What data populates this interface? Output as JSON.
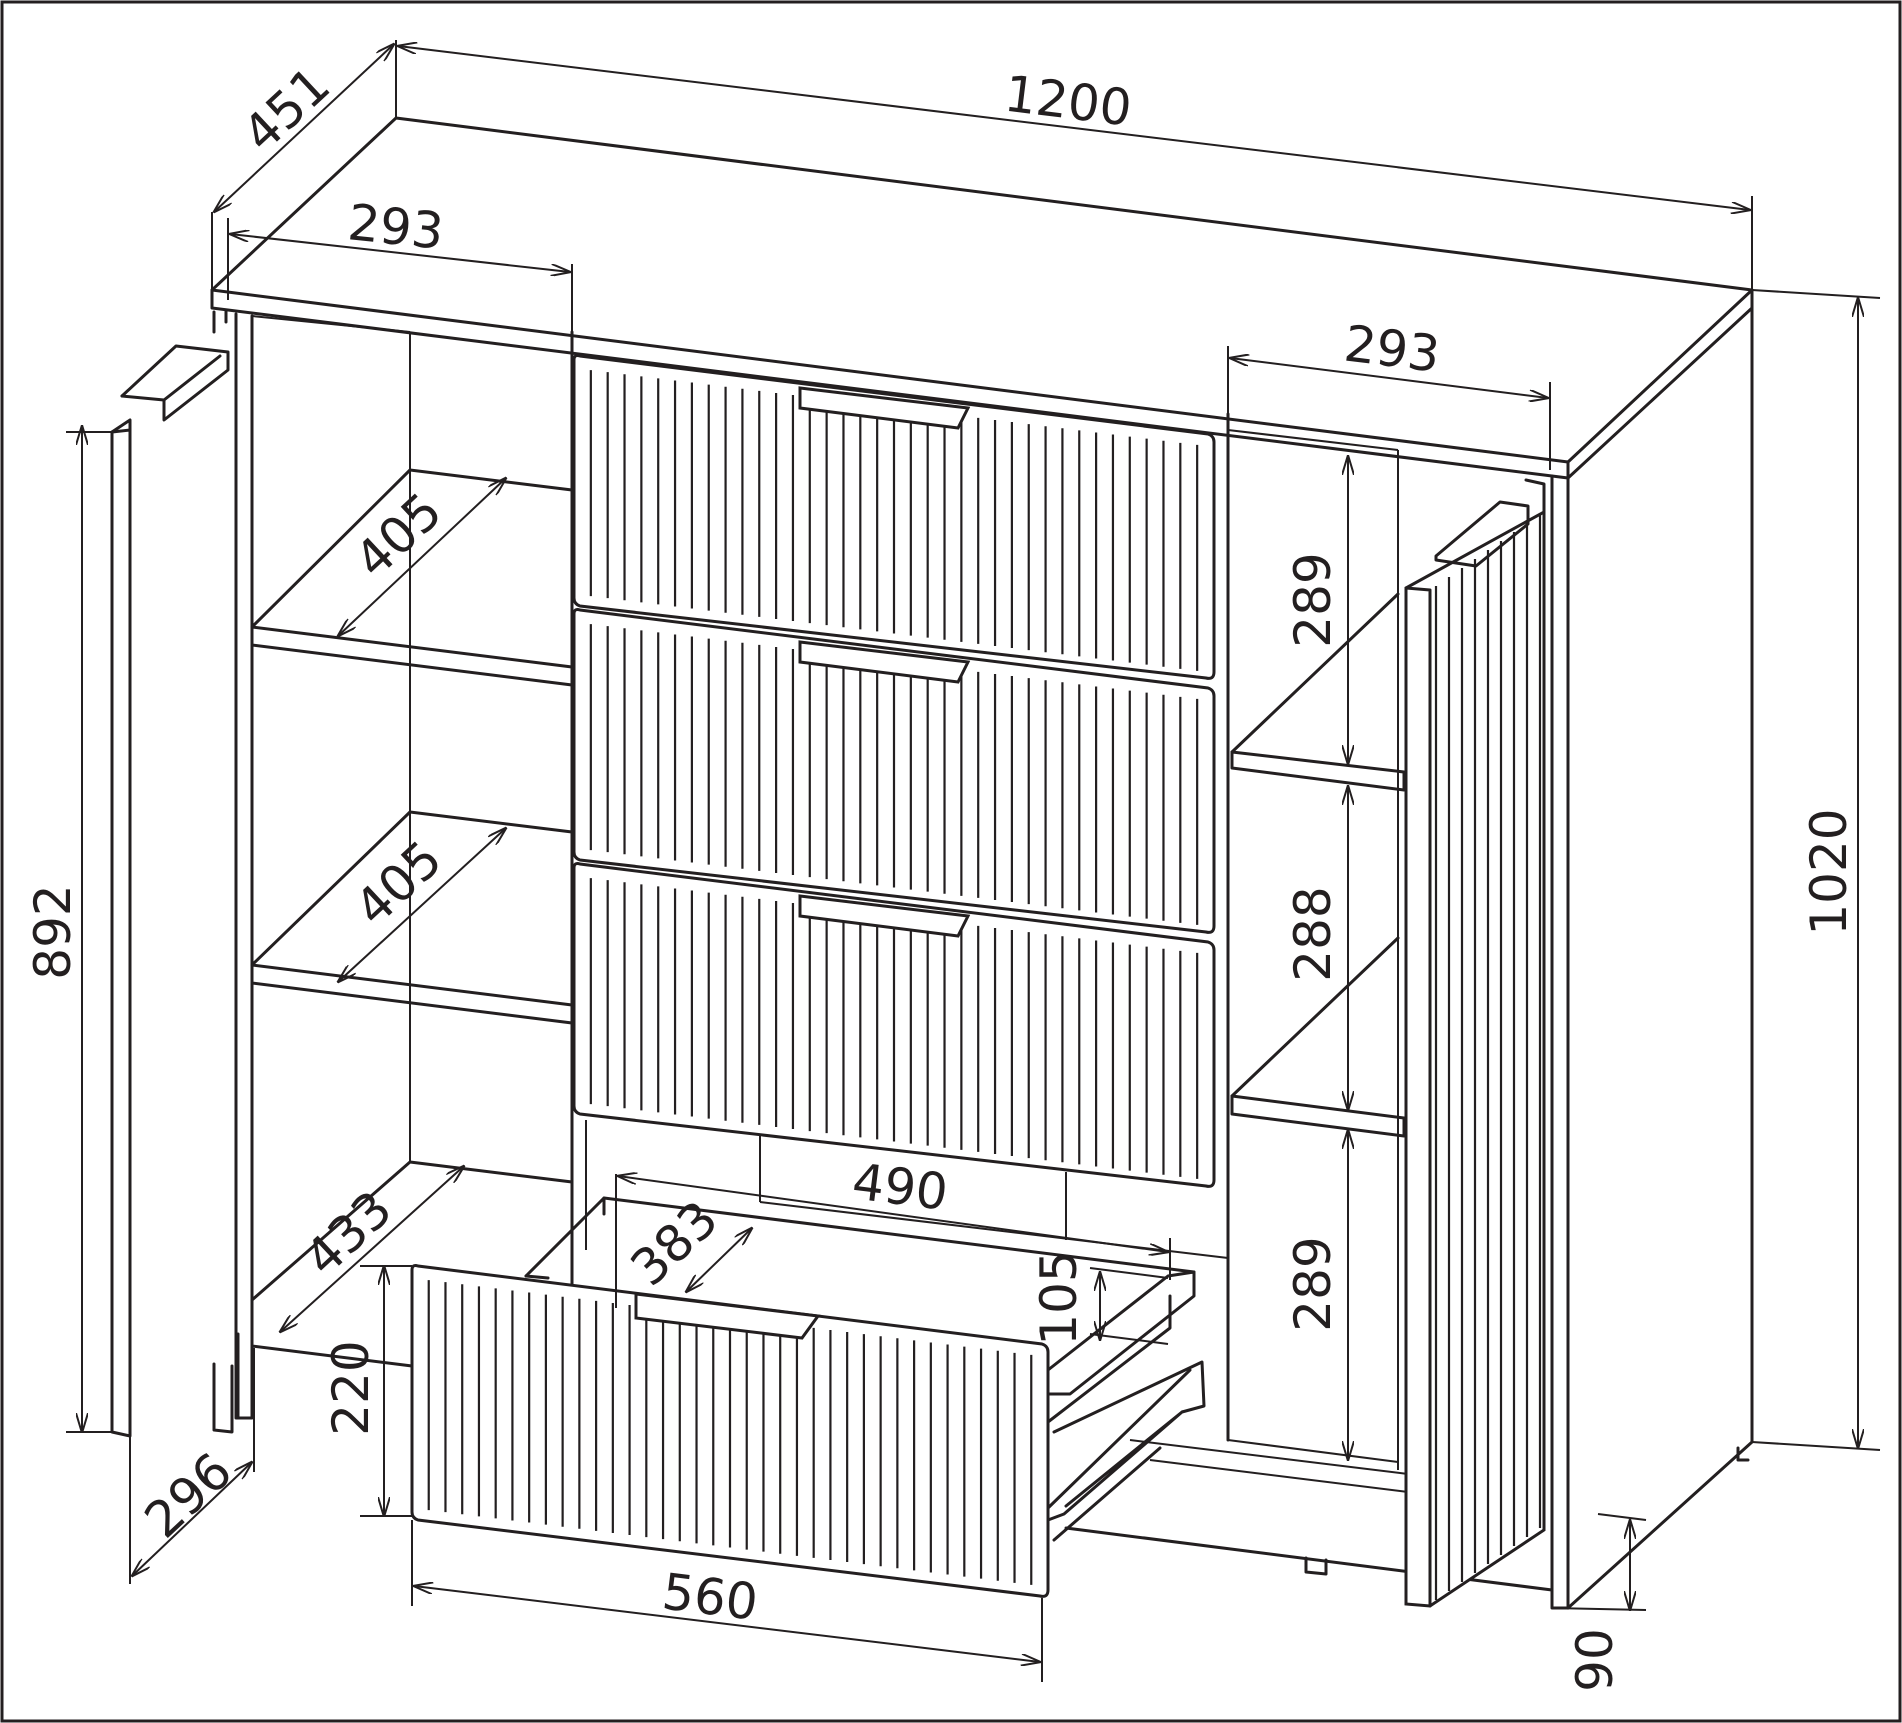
{
  "dimensions": {
    "depth_top": "451",
    "width_total": "1200",
    "left_section_width": "293",
    "right_section_width": "293",
    "left_shelf_depth_upper": "405",
    "left_shelf_depth_middle": "405",
    "left_bottom_depth": "433",
    "door_height": "892",
    "door_width": "296",
    "drawer_inner_width": "490",
    "drawer_inner_depth": "383",
    "drawer_side_height": "105",
    "drawer_front_height": "220",
    "drawer_front_width": "560",
    "right_compartment_upper": "289",
    "right_compartment_middle": "288",
    "right_compartment_lower": "289",
    "total_height": "1020",
    "leg_height": "90"
  },
  "colors": {
    "line": "#231f20",
    "background": "#ffffff"
  }
}
